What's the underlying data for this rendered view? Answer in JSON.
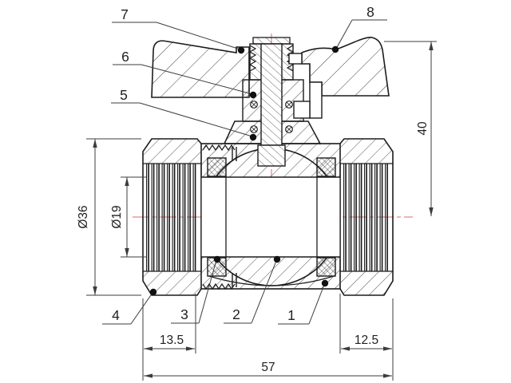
{
  "drawing": {
    "type": "ball-valve-cross-section",
    "callouts": {
      "c1": "1",
      "c2": "2",
      "c3": "3",
      "c4": "4",
      "c5": "5",
      "c6": "6",
      "c7": "7",
      "c8": "8"
    },
    "dimensions": {
      "overall_length": "57",
      "left_thread_depth": "13.5",
      "right_thread_depth": "12.5",
      "body_outer_diameter": "Ø36",
      "bore_diameter": "Ø19",
      "handle_height": "40"
    },
    "colors": {
      "outline": "#1c1c1c",
      "dim_line": "#3c3c3c",
      "centerline": "#e06a6a",
      "background": "#ffffff"
    }
  }
}
